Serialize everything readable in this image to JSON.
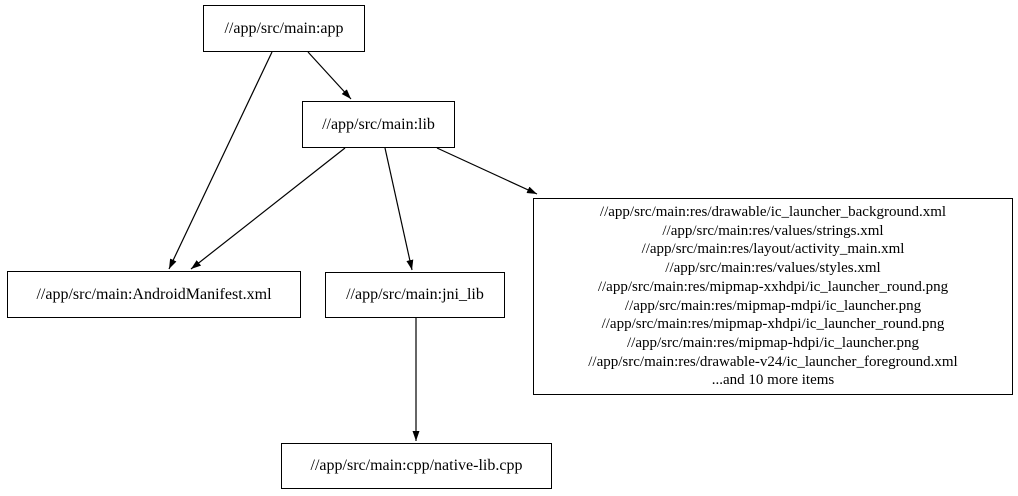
{
  "graph": {
    "type": "dependency-graph",
    "background_color": "#ffffff",
    "node_fill_color": "#ffffff",
    "node_border_color": "#000000",
    "edge_color": "#000000",
    "text_color": "#000000"
  },
  "nodes": {
    "app": {
      "label": "//app/src/main:app"
    },
    "lib": {
      "label": "//app/src/main:lib"
    },
    "android_manifest": {
      "label": "//app/src/main:AndroidManifest.xml"
    },
    "jni_lib": {
      "label": "//app/src/main:jni_lib"
    },
    "native_lib_cpp": {
      "label": "//app/src/main:cpp/native-lib.cpp"
    },
    "resources": {
      "lines": [
        "//app/src/main:res/drawable/ic_launcher_background.xml",
        "//app/src/main:res/values/strings.xml",
        "//app/src/main:res/layout/activity_main.xml",
        "//app/src/main:res/values/styles.xml",
        "//app/src/main:res/mipmap-xxhdpi/ic_launcher_round.png",
        "//app/src/main:res/mipmap-mdpi/ic_launcher.png",
        "//app/src/main:res/mipmap-xhdpi/ic_launcher_round.png",
        "//app/src/main:res/mipmap-hdpi/ic_launcher.png",
        "//app/src/main:res/drawable-v24/ic_launcher_foreground.xml",
        "...and 10 more items"
      ]
    }
  },
  "edges": [
    {
      "from": "app",
      "to": "lib"
    },
    {
      "from": "app",
      "to": "android_manifest"
    },
    {
      "from": "lib",
      "to": "android_manifest"
    },
    {
      "from": "lib",
      "to": "jni_lib"
    },
    {
      "from": "lib",
      "to": "resources"
    },
    {
      "from": "jni_lib",
      "to": "native_lib_cpp"
    }
  ]
}
